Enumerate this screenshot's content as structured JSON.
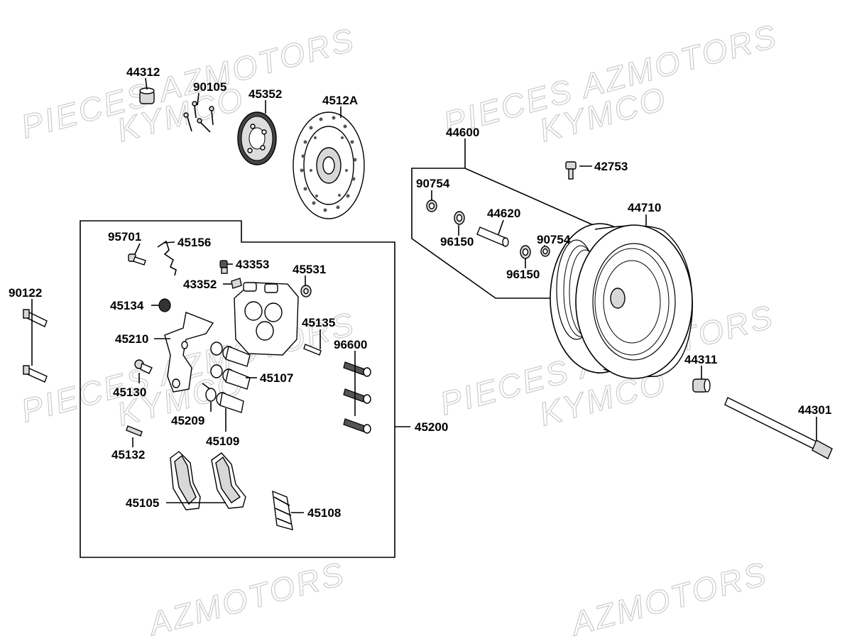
{
  "watermarks": [
    "PIECES AZMOTORS",
    "KYMCO",
    "PIECES AZMOTORS",
    "KYMCO",
    "PIECES AZMOTORS",
    "KYMCO",
    "PIECES AZMOTORS",
    "KYMCO",
    "AZMOTORS",
    "AZMOTORS"
  ],
  "labels": {
    "p44312": "44312",
    "p90105": "90105",
    "p45352": "45352",
    "p4512A": "4512A",
    "p44600": "44600",
    "p42753": "42753",
    "p90754a": "90754",
    "p44620": "44620",
    "p44710": "44710",
    "p96150a": "96150",
    "p90754b": "90754",
    "p96150b": "96150",
    "p95701": "95701",
    "p45156": "45156",
    "p43353": "43353",
    "p45531": "45531",
    "p43352": "43352",
    "p45134": "45134",
    "p45135": "45135",
    "p45210": "45210",
    "p96600": "96600",
    "p45107": "45107",
    "p45130": "45130",
    "p45209": "45209",
    "p45200": "45200",
    "p45109": "45109",
    "p45132": "45132",
    "p45105": "45105",
    "p45108": "45108",
    "p90122": "90122",
    "p44311": "44311",
    "p44301": "44301"
  }
}
